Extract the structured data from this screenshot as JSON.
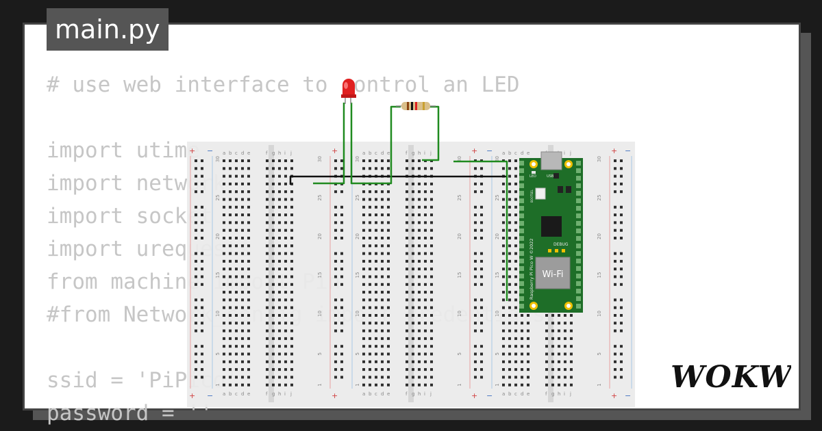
{
  "file_tab": {
    "label": "main.py"
  },
  "code_lines": [
    "# use web interface to control an LED",
    "",
    "import utime",
    "import network",
    "import socket",
    "import urequests",
    "from machine import Pin",
    "#from Network_config import credentials",
    "",
    "ssid = 'PiPico'",
    "password = ''"
  ],
  "breadboard": {
    "row_numbers": [
      "30",
      "25",
      "20",
      "15",
      "10",
      "5",
      "1"
    ],
    "column_letters": [
      "a",
      "b",
      "c",
      "d",
      "e",
      "f",
      "g",
      "h",
      "i",
      "j"
    ],
    "rail_plus": "+",
    "rail_minus": "−"
  },
  "pico": {
    "led_label": "LED",
    "usb_label": "USB",
    "debug_label": "DEBUG",
    "wifi_label": "Wi-Fi",
    "model_label": "Raspberry Pi Pico W ©2022",
    "bootsel_label": "BOOTSEL"
  },
  "brand": {
    "logo_text": "WOKWi"
  },
  "colors": {
    "wire_green": "#1f8a1f",
    "wire_black": "#111111",
    "board_green": "#1e6e28",
    "breadboard": "#ebebeb",
    "led_red": "#e02020"
  }
}
